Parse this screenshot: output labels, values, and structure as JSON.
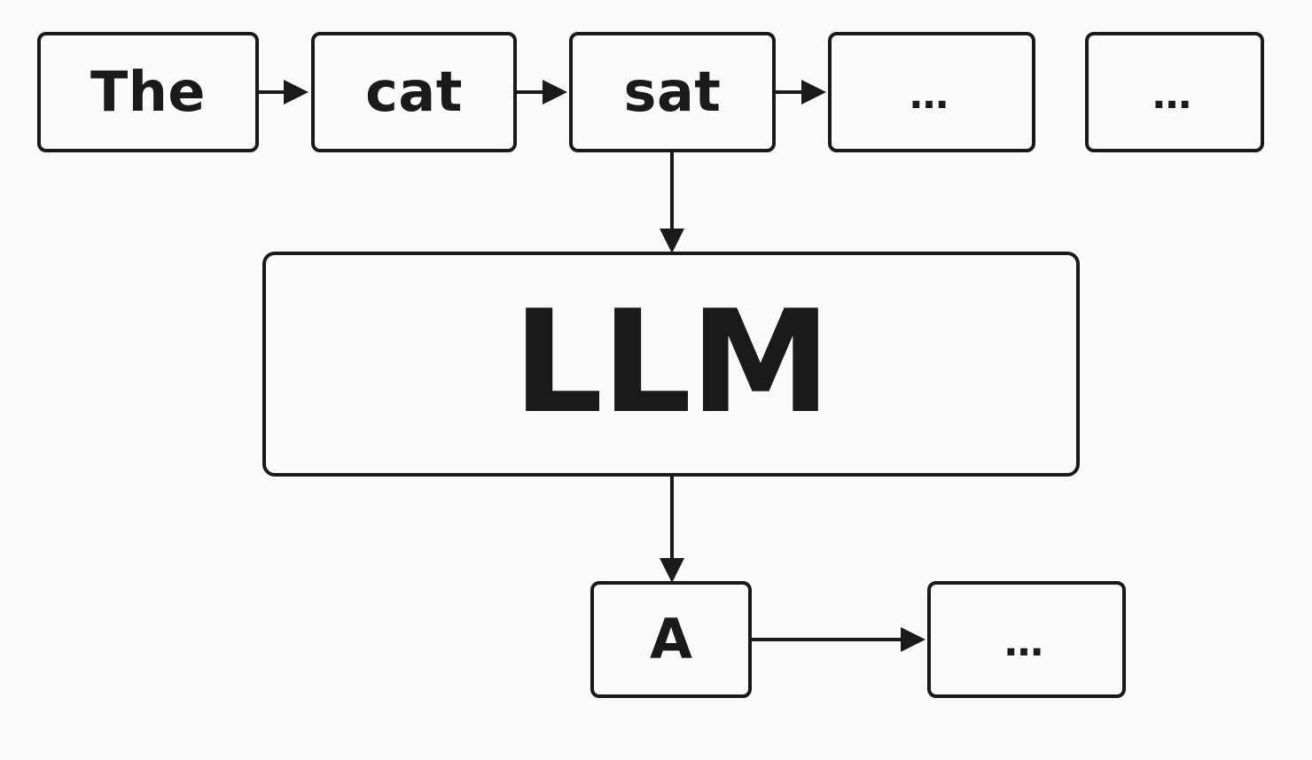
{
  "input_tokens": [
    {
      "label": "The"
    },
    {
      "label": "cat"
    },
    {
      "label": "sat"
    },
    {
      "label": "…"
    },
    {
      "label": "…"
    }
  ],
  "model": {
    "label": "LLM"
  },
  "output_tokens": [
    {
      "label": "A"
    },
    {
      "label": "…"
    }
  ],
  "colors": {
    "background": "#fafafa",
    "stroke": "#1a1a1a"
  }
}
